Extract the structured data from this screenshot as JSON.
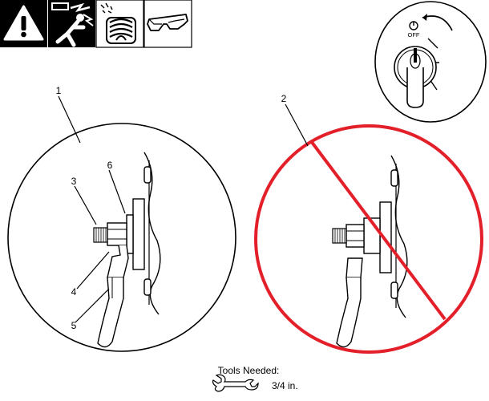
{
  "safety_icons": {
    "warning": "warning-triangle-icon",
    "electric_shock": "electric-shock-icon",
    "fumes": "fumes-icon",
    "eye_protection": "safety-glasses-icon"
  },
  "switch_panel": {
    "off_label": "OFF"
  },
  "callouts": {
    "view_correct": "1",
    "view_incorrect": "2",
    "bolt": "3",
    "terminal": "4",
    "cable": "5",
    "washer": "6"
  },
  "tools": {
    "heading": "Tools Needed:",
    "wrench_icon": "wrench-icon",
    "size": "3/4 in."
  },
  "colors": {
    "prohibition": "#e3202a",
    "ink": "#000000",
    "header_black": "#000000"
  }
}
